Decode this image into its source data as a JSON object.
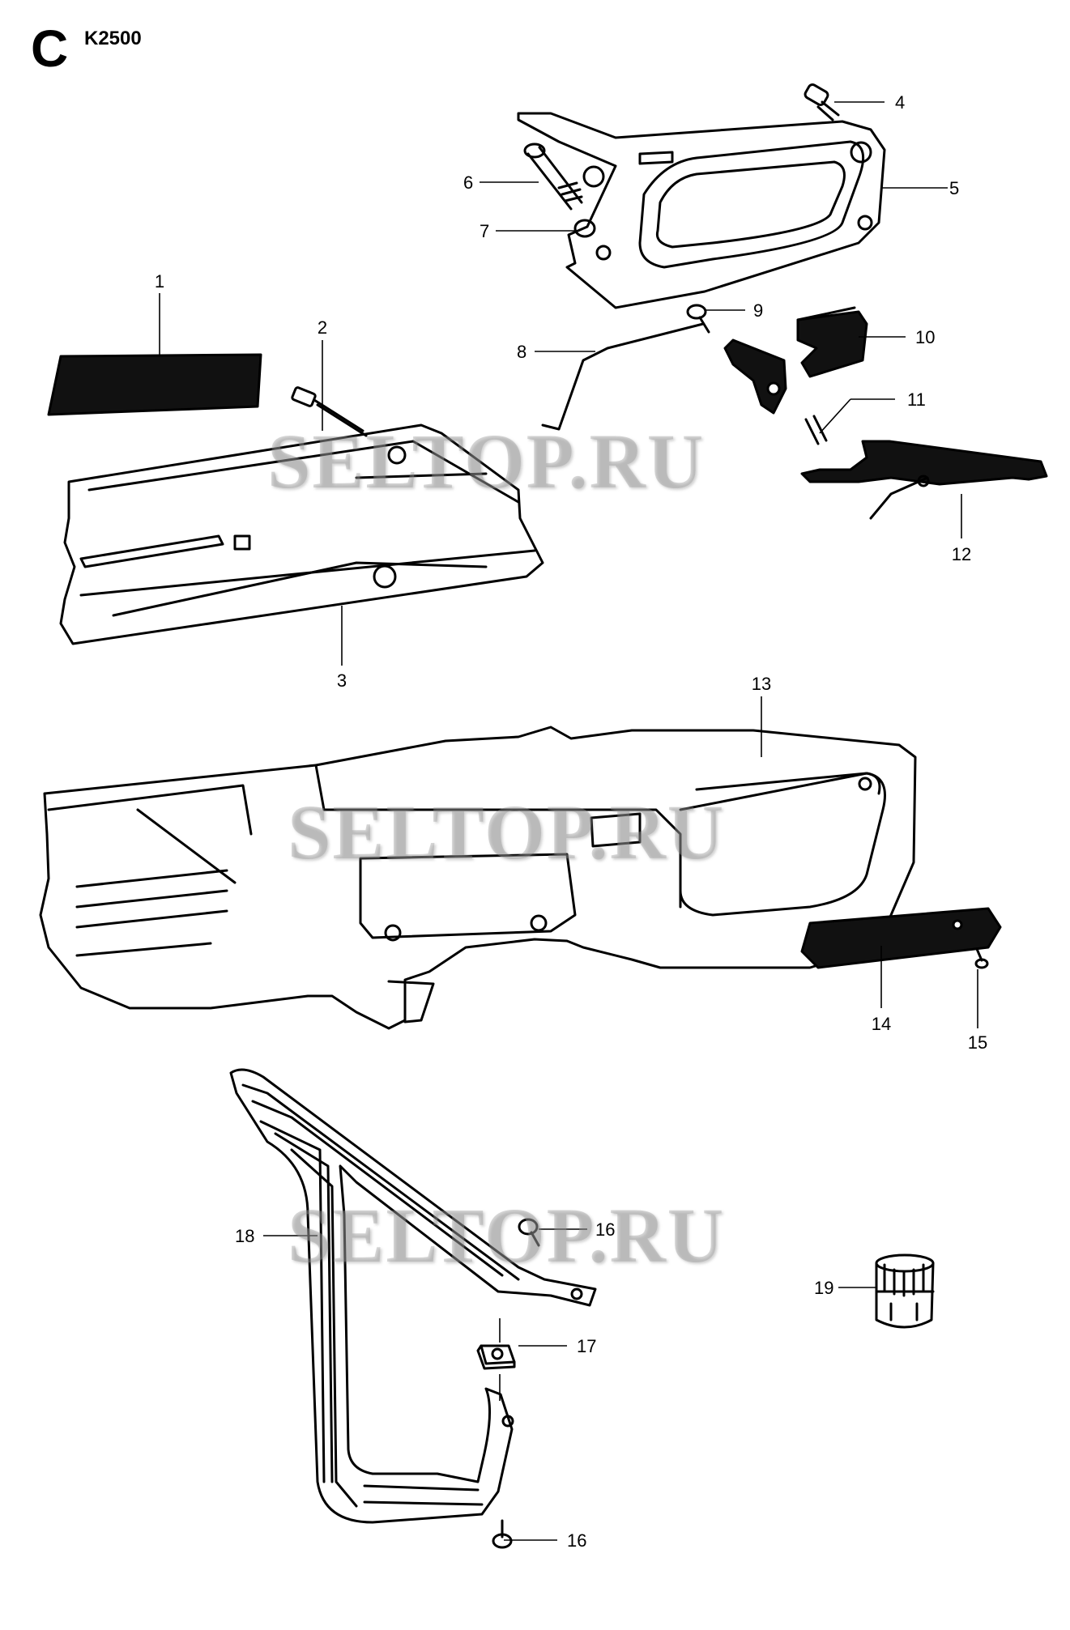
{
  "header": {
    "section_letter": "C",
    "model": "K2500"
  },
  "watermarks": [
    "SELTOP.RU",
    "SELTOP.RU",
    "SELTOP.RU"
  ],
  "callouts": {
    "c1": "1",
    "c2": "2",
    "c3": "3",
    "c4": "4",
    "c5": "5",
    "c6": "6",
    "c7": "7",
    "c8": "8",
    "c9": "9",
    "c10": "10",
    "c11": "11",
    "c12": "12",
    "c13": "13",
    "c14": "14",
    "c15": "15",
    "c16a": "16",
    "c16b": "16",
    "c17": "17",
    "c18": "18",
    "c19": "19"
  }
}
